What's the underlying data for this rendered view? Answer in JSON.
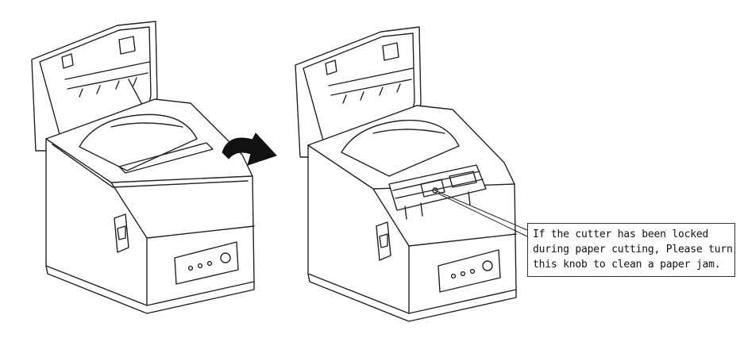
{
  "callout": {
    "lines": [
      "If the cutter has been locked",
      "during paper cutting, Please turn",
      "this knob to clean a paper jam."
    ]
  },
  "icons": {
    "rotation_arrow": "curved-arrow-right-icon"
  }
}
